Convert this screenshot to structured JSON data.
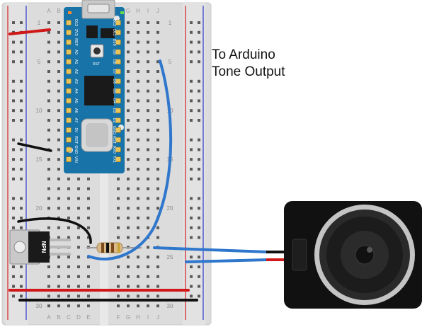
{
  "breadboard": {
    "row_labels": [
      "1",
      "5",
      "10",
      "15",
      "20",
      "25",
      "30"
    ],
    "column_letters_left": [
      "A",
      "B",
      "C",
      "D",
      "E"
    ],
    "column_letters_right": [
      "F",
      "G",
      "H",
      "I",
      "J"
    ]
  },
  "arduino_nano": {
    "right_header_pins": [
      "D12",
      "D11",
      "D10",
      "D9",
      "D8",
      "D7",
      "D6",
      "D5",
      "D4",
      "D3",
      "D2",
      "GND",
      "RST",
      "RX0",
      "TX1"
    ],
    "left_header_pins": [
      "D13",
      "3V3",
      "REF",
      "A0",
      "A1",
      "A2",
      "A3",
      "A4",
      "A5",
      "A6",
      "A7",
      "5V",
      "RST",
      "GND",
      "VIN"
    ],
    "reset_label": "RST"
  },
  "transistor": {
    "marking": "NPN"
  },
  "annotation": {
    "line1": "To Arduino",
    "line2": "Tone Output"
  },
  "colors": {
    "breadboard": "#dcdcdc",
    "rail_red": "#d22020",
    "rail_blue": "#2a35c8",
    "arduino_board": "#1873a8",
    "wire_blue": "#2f77cc",
    "wire_red": "#d01818",
    "wire_black": "#111111"
  }
}
